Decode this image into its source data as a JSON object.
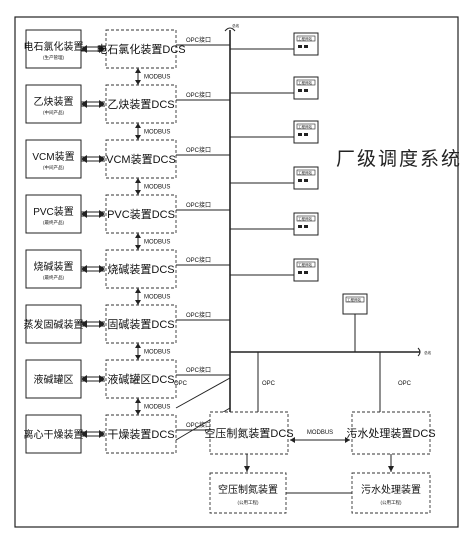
{
  "title": "厂级调度系统",
  "bus_label": "总线",
  "bus_label_right": "总线",
  "plants": [
    {
      "name": "电石氯化装置",
      "sub": "(生产管理)",
      "dcs": "电石氯化装置DCS"
    },
    {
      "name": "乙炔装置",
      "sub": "(中间产品)",
      "dcs": "乙炔装置DCS"
    },
    {
      "name": "VCM装置",
      "sub": "(中间产品)",
      "dcs": "VCM装置DCS"
    },
    {
      "name": "PVC装置",
      "sub": "(最终产品)",
      "dcs": "PVC装置DCS"
    },
    {
      "name": "烧碱装置",
      "sub": "(最终产品)",
      "dcs": "烧碱装置DCS"
    },
    {
      "name": "蒸发固碱装置",
      "sub": "",
      "dcs": "固碱装置DCS"
    },
    {
      "name": "液碱罐区",
      "sub": "",
      "dcs": "液碱罐区DCS"
    },
    {
      "name": "离心干燥装置",
      "sub": "",
      "dcs": "干燥装置DCS"
    }
  ],
  "links": {
    "opc": "OPC接口",
    "opc_short": "OPC",
    "modbus": "MODBUS"
  },
  "utilities": {
    "air": {
      "dcs": "空压制氮装置DCS",
      "name": "空压制氮装置",
      "sub": "(公用工程)"
    },
    "water": {
      "dcs": "污水处理装置DCS",
      "name": "污水处理装置",
      "sub": "(公用工程)"
    }
  },
  "workstation_label": "工程师站"
}
